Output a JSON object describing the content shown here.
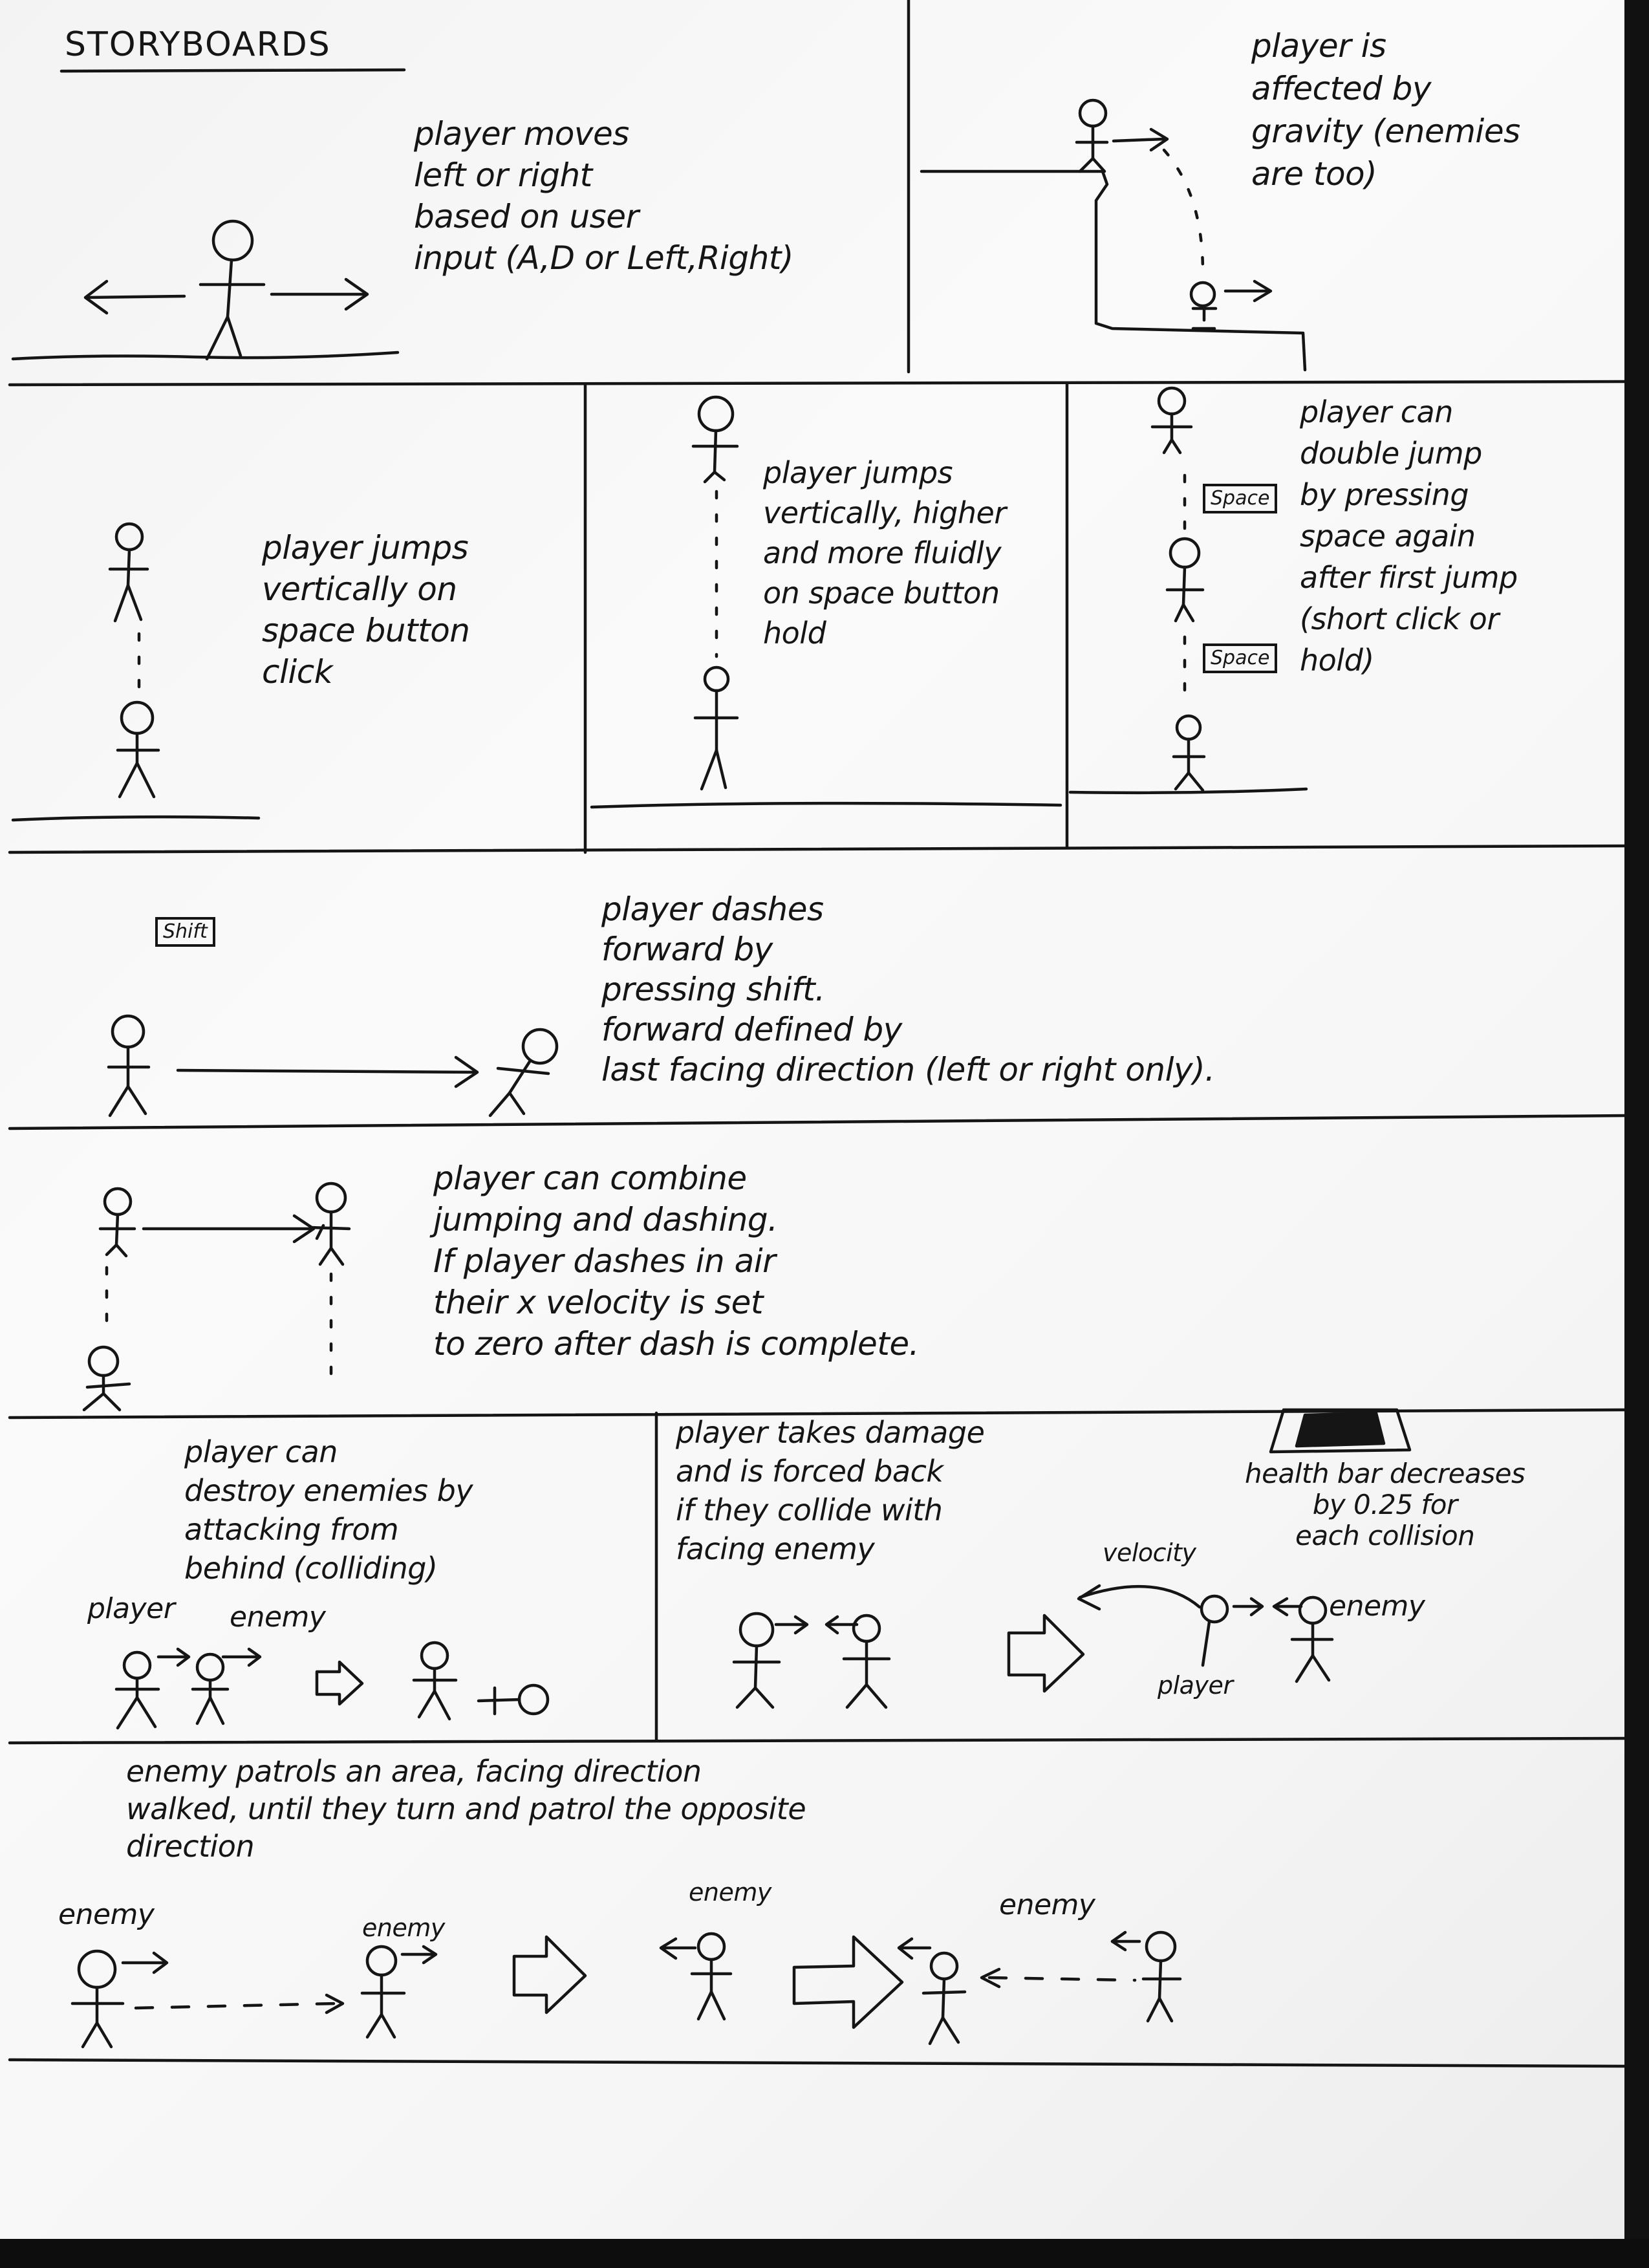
{
  "title": "STORYBOARDS",
  "panels": {
    "move": {
      "caption": "player moves\nleft or right\nbased on user\ninput (A,D or Left,Right)"
    },
    "gravity": {
      "caption": "player is\naffected by\ngravity (enemies\nare too)"
    },
    "jump_click": {
      "caption": "player jumps\nvertically on\nspace button\nclick"
    },
    "jump_hold": {
      "caption": "player jumps\nvertically, higher\nand more fluidly\non space button\nhold"
    },
    "double_jump": {
      "caption": "player can\ndouble jump\nby pressing\nspace again\nafter first jump\n(short click or\nhold)",
      "key_label": "Space"
    },
    "dash": {
      "caption": "player dashes\nforward by\npressing shift.\nforward defined by\nlast facing direction (left or right only).",
      "key_label": "Shift"
    },
    "combine": {
      "caption": "player can combine\njumping and dashing.\nIf player dashes in air\ntheir x velocity is set\nto zero after dash is complete."
    },
    "destroy": {
      "caption": "player can\ndestroy enemies by\nattacking from\nbehind (colliding)",
      "player_label": "player",
      "enemy_label": "enemy"
    },
    "damage": {
      "caption": "player takes damage\nand is forced back\nif they collide with\nfacing enemy",
      "velocity_label": "velocity",
      "player_label": "player",
      "enemy_label": "enemy"
    },
    "health": {
      "caption": "health bar decreases\nby 0.25 for\neach collision"
    },
    "patrol": {
      "caption": "enemy patrols an area, facing direction\nwalked, until they turn and patrol the opposite\ndirection",
      "enemy_label": "enemy"
    }
  }
}
